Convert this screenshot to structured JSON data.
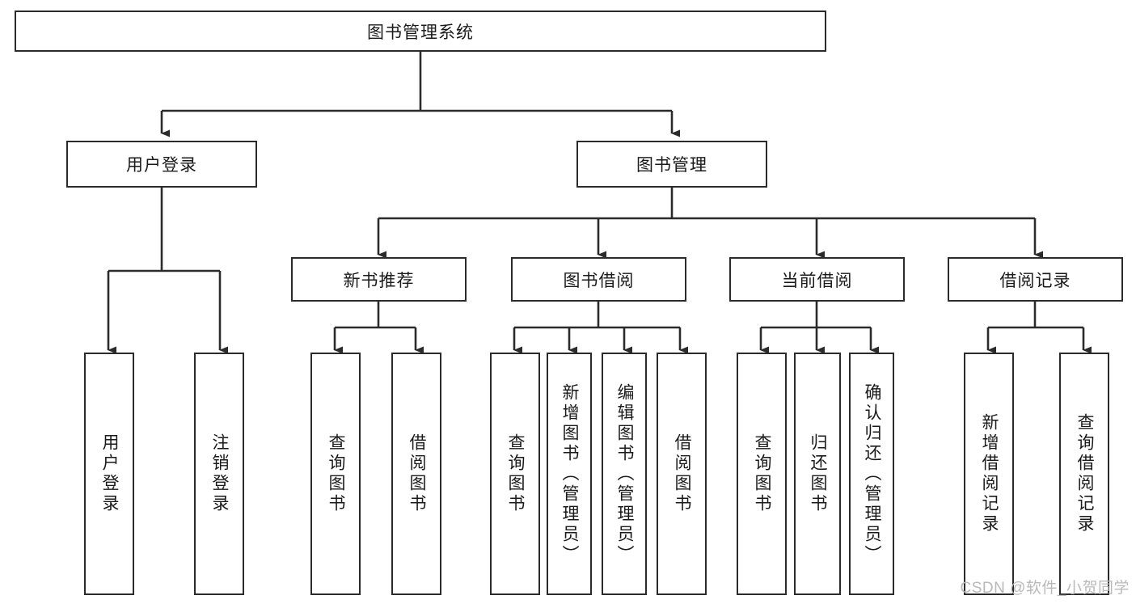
{
  "diagram": {
    "type": "tree-hierarchy",
    "title": "图书管理系统",
    "root": {
      "label": "图书管理系统"
    },
    "level1": [
      {
        "label": "用户登录"
      },
      {
        "label": "图书管理"
      }
    ],
    "level2": [
      {
        "label": "新书推荐"
      },
      {
        "label": "图书借阅"
      },
      {
        "label": "当前借阅"
      },
      {
        "label": "借阅记录"
      }
    ],
    "leaves": {
      "user_login": [
        {
          "label": "用户登录"
        },
        {
          "label": "注销登录"
        }
      ],
      "new_book_recommend": [
        {
          "label": "查询图书"
        },
        {
          "label": "借阅图书"
        }
      ],
      "book_borrow": [
        {
          "label": "查询图书"
        },
        {
          "label": "新增图书（管理员）"
        },
        {
          "label": "编辑图书（管理员）"
        },
        {
          "label": "借阅图书"
        }
      ],
      "current_borrow": [
        {
          "label": "查询图书"
        },
        {
          "label": "归还图书"
        },
        {
          "label": "确认归还（管理员）"
        }
      ],
      "borrow_record": [
        {
          "label": "新增借阅记录"
        },
        {
          "label": "查询借阅记录"
        }
      ]
    }
  },
  "watermark": {
    "text": "CSDN @软件_小贺同学"
  },
  "colors": {
    "stroke": "#2b2b2b",
    "fill": "#ffffff",
    "text": "#1a1a1a",
    "watermark": "#b9b9b9"
  }
}
